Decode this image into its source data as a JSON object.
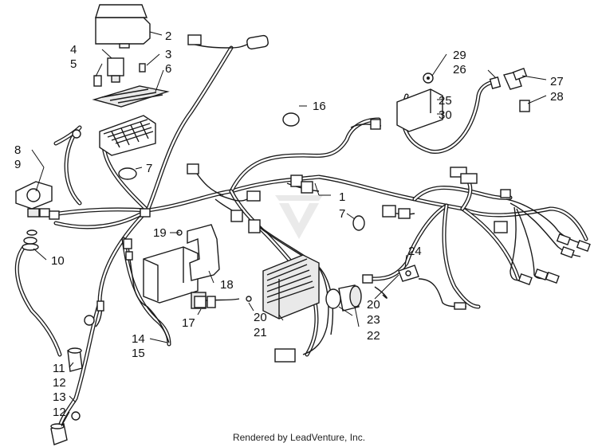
{
  "footer": {
    "credit": "Rendered by LeadVenture, Inc."
  },
  "callouts": {
    "c1": "1",
    "c2": "2",
    "c3": "3",
    "c4": "4",
    "c5": "5",
    "c6": "6",
    "c7a": "7",
    "c7b": "7",
    "c8": "8",
    "c9": "9",
    "c10": "10",
    "c11": "11",
    "c12a": "12",
    "c12b": "12",
    "c13": "13",
    "c14": "14",
    "c15": "15",
    "c16": "16",
    "c17": "17",
    "c18": "18",
    "c19": "19",
    "c20a": "20",
    "c20b": "20",
    "c21": "21",
    "c22": "22",
    "c23": "23",
    "c24": "24",
    "c25": "25",
    "c26": "26",
    "c27": "27",
    "c28": "28",
    "c29": "29",
    "c30": "30"
  }
}
